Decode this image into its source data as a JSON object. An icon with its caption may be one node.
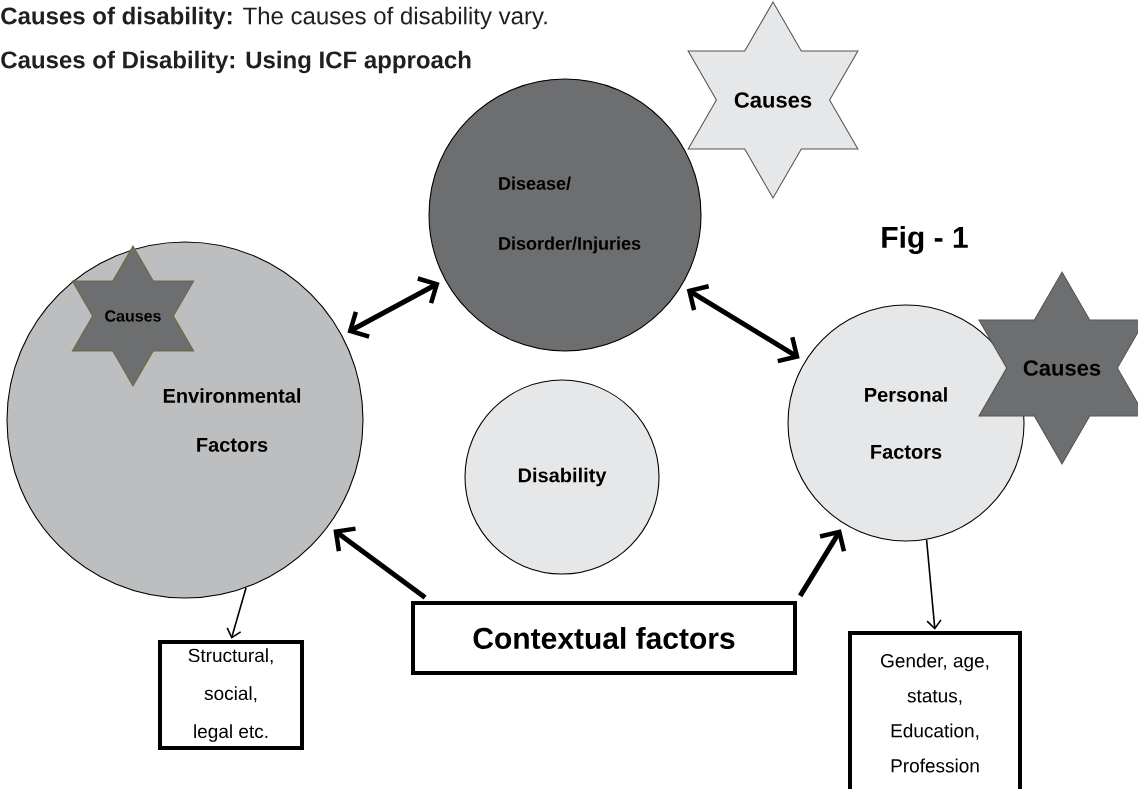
{
  "diagram": {
    "title": "Causes of Disability: Using ICF approach",
    "nodes": [
      {
        "text": [
          "Disease/ Disorder/Injuries"
        ]
      },
      {
        "text": [
          "Causes"
        ]
      },
      {
        "text": [
          "Environmental Factors"
        ]
      },
      {
        "text": [
          "Causes"
        ],
        "in": 2
      },
      {
        "text": [
          "Personal Factors"
        ]
      },
      {
        "text": [
          "Causes"
        ]
      },
      {
        "text": [
          "Disability"
        ]
      },
      {
        "text": [
          "Contextual factors"
        ]
      },
      {
        "text": [
          "Structural, social, legal etc."
        ]
      },
      {
        "text": [
          "Gender, age, status, Education, Profession"
        ]
      }
    ],
    "edges": [
      {
        "from": 2,
        "to": 0,
        "arrow": "both"
      },
      {
        "from": 0,
        "to": 4,
        "arrow": "both"
      },
      {
        "from": 7,
        "to": 2,
        "arrow": "to"
      },
      {
        "from": 7,
        "to": 4,
        "arrow": "to"
      },
      {
        "from": 2,
        "to": 8,
        "arrow": "to"
      },
      {
        "from": 4,
        "to": 9,
        "arrow": "to"
      }
    ],
    "labels": [
      "**Causes of disability:** The causes of disability vary.",
      "Fig - 1"
    ]
  }
}
